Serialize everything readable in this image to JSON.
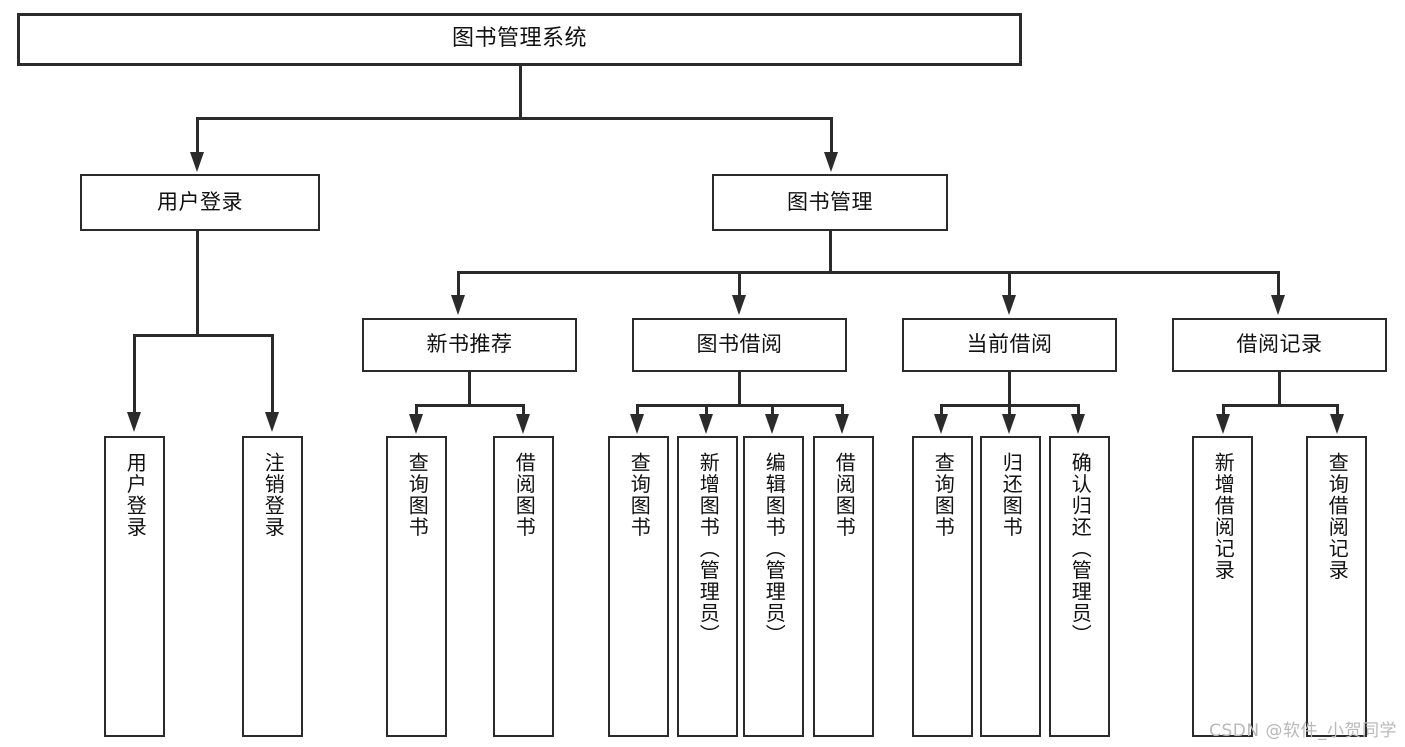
{
  "diagram": {
    "title": "图书管理系统",
    "watermark": "CSDN @软件_小贺同学",
    "colors": {
      "stroke": "#2b2b2b",
      "fill": "#ffffff",
      "text": "#111111",
      "watermark": "#b9b9b9"
    },
    "root": {
      "label": "图书管理系统"
    },
    "level2": [
      {
        "label": "用户登录"
      },
      {
        "label": "图书管理"
      }
    ],
    "level3": [
      {
        "label": "新书推荐"
      },
      {
        "label": "图书借阅"
      },
      {
        "label": "当前借阅"
      },
      {
        "label": "借阅记录"
      }
    ],
    "leaves": {
      "user_login": [
        {
          "label": "用户登录"
        },
        {
          "label": "注销登录"
        }
      ],
      "new_book_recommend": [
        {
          "label": "查询图书"
        },
        {
          "label": "借阅图书"
        }
      ],
      "book_borrow": [
        {
          "label": "查询图书"
        },
        {
          "label": "新增图书（管理员）"
        },
        {
          "label": "编辑图书（管理员）"
        },
        {
          "label": "借阅图书"
        }
      ],
      "current_borrow": [
        {
          "label": "查询图书"
        },
        {
          "label": "归还图书"
        },
        {
          "label": "确认归还（管理员）"
        }
      ],
      "borrow_record": [
        {
          "label": "新增借阅记录"
        },
        {
          "label": "查询借阅记录"
        }
      ]
    }
  }
}
